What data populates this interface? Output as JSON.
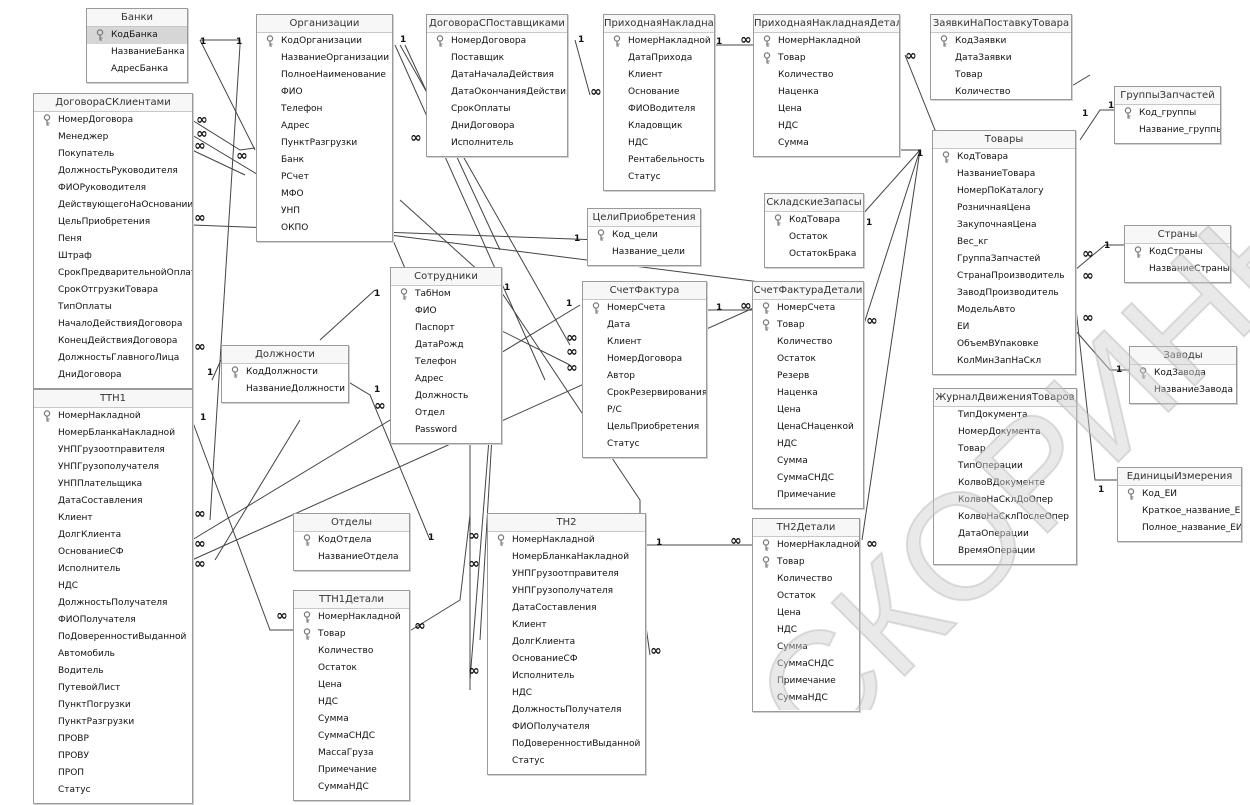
{
  "tables": [
    {
      "id": "banki",
      "title": "Банки",
      "fields": [
        {
          "name": "КодБанка",
          "key": true,
          "selected": true
        },
        {
          "name": "НазваниеБанка"
        },
        {
          "name": "АдресБанка"
        }
      ]
    },
    {
      "id": "organizacii",
      "title": "Организации",
      "fields": [
        {
          "name": "КодОрганизации",
          "key": true
        },
        {
          "name": "НазваниеОрганизации"
        },
        {
          "name": "ПолноеНаименование"
        },
        {
          "name": "ФИО"
        },
        {
          "name": "Телефон"
        },
        {
          "name": "Адрес"
        },
        {
          "name": "ПунктРазгрузки"
        },
        {
          "name": "Банк"
        },
        {
          "name": "РСчет"
        },
        {
          "name": "МФО"
        },
        {
          "name": "УНП"
        },
        {
          "name": "ОКПО"
        }
      ]
    },
    {
      "id": "dogovora_post",
      "title": "ДоговораСПоставщиками",
      "fields": [
        {
          "name": "НомерДоговора",
          "key": true
        },
        {
          "name": "Поставщик"
        },
        {
          "name": "ДатаНачалаДействия"
        },
        {
          "name": "ДатаОкончанияДействия"
        },
        {
          "name": "СрокОплаты"
        },
        {
          "name": "ДниДоговора"
        },
        {
          "name": "Исполнитель"
        }
      ]
    },
    {
      "id": "prih_nakl",
      "title": "ПриходнаяНакладная",
      "fields": [
        {
          "name": "НомерНакладной",
          "key": true
        },
        {
          "name": "ДатаПрихода"
        },
        {
          "name": "Клиент"
        },
        {
          "name": "Основание"
        },
        {
          "name": "ФИОВодителя"
        },
        {
          "name": "Кладовщик"
        },
        {
          "name": "НДС"
        },
        {
          "name": "Рентабельность"
        },
        {
          "name": "Статус"
        }
      ]
    },
    {
      "id": "prih_nakl_det",
      "title": "ПриходнаяНакладнаяДетали",
      "fields": [
        {
          "name": "НомерНакладной",
          "key": true
        },
        {
          "name": "Товар",
          "key": true
        },
        {
          "name": "Количество"
        },
        {
          "name": "Наценка"
        },
        {
          "name": "Цена"
        },
        {
          "name": "НДС"
        },
        {
          "name": "Сумма"
        }
      ]
    },
    {
      "id": "zayavki",
      "title": "ЗаявкиНаПоставкуТовара",
      "fields": [
        {
          "name": "КодЗаявки",
          "key": true
        },
        {
          "name": "ДатаЗаявки"
        },
        {
          "name": "Товар"
        },
        {
          "name": "Количество"
        }
      ]
    },
    {
      "id": "gruppy",
      "title": "ГруппыЗапчастей",
      "fields": [
        {
          "name": "Код_группы",
          "key": true
        },
        {
          "name": "Название_группы"
        }
      ]
    },
    {
      "id": "dogovora_kl",
      "title": "ДоговораСКлиентами",
      "fields": [
        {
          "name": "НомерДоговора",
          "key": true
        },
        {
          "name": "Менеджер"
        },
        {
          "name": "Покупатель"
        },
        {
          "name": "ДолжностьРуководителя"
        },
        {
          "name": "ФИОРуководителя"
        },
        {
          "name": "ДействующегоНаОсновании"
        },
        {
          "name": "ЦельПриобретения"
        },
        {
          "name": "Пеня"
        },
        {
          "name": "Штраф"
        },
        {
          "name": "СрокПредварительнойОплаты"
        },
        {
          "name": "СрокОтгрузкиТовара"
        },
        {
          "name": "ТипОплаты"
        },
        {
          "name": "НачалоДействияДоговора"
        },
        {
          "name": "КонецДействияДоговора"
        },
        {
          "name": "ДолжностьГлавногоЛица"
        },
        {
          "name": "ДниДоговора"
        }
      ]
    },
    {
      "id": "tovary",
      "title": "Товары",
      "fields": [
        {
          "name": "КодТовара",
          "key": true
        },
        {
          "name": "НазваниеТовара"
        },
        {
          "name": "НомерПоКаталогу"
        },
        {
          "name": "РозничнаяЦена"
        },
        {
          "name": "ЗакупочнаяЦена"
        },
        {
          "name": "Вес_кг"
        },
        {
          "name": "ГруппаЗапчастей"
        },
        {
          "name": "СтранаПроизводитель"
        },
        {
          "name": "ЗаводПроизводитель"
        },
        {
          "name": "МодельАвто"
        },
        {
          "name": "ЕИ"
        },
        {
          "name": "ОбъемВУпаковке"
        },
        {
          "name": "КолМинЗапНаСкл"
        }
      ]
    },
    {
      "id": "sklad",
      "title": "СкладскиеЗапасы",
      "fields": [
        {
          "name": "КодТовара",
          "key": true
        },
        {
          "name": "Остаток"
        },
        {
          "name": "ОстатокБрака"
        }
      ]
    },
    {
      "id": "celi",
      "title": "ЦелиПриобретения",
      "fields": [
        {
          "name": "Код_цели",
          "key": true
        },
        {
          "name": "Название_цели"
        }
      ]
    },
    {
      "id": "strany",
      "title": "Страны",
      "fields": [
        {
          "name": "КодСтраны",
          "key": true
        },
        {
          "name": "НазваниеСтраны"
        }
      ]
    },
    {
      "id": "sotrudniki",
      "title": "Сотрудники",
      "fields": [
        {
          "name": "ТабНом",
          "key": true
        },
        {
          "name": "ФИО"
        },
        {
          "name": "Паспорт"
        },
        {
          "name": "ДатаРожд"
        },
        {
          "name": "Телефон"
        },
        {
          "name": "Адрес"
        },
        {
          "name": "Должность"
        },
        {
          "name": "Отдел"
        },
        {
          "name": "Password"
        }
      ]
    },
    {
      "id": "schet",
      "title": "СчетФактура",
      "fields": [
        {
          "name": "НомерСчета",
          "key": true
        },
        {
          "name": "Дата"
        },
        {
          "name": "Клиент"
        },
        {
          "name": "НомерДоговора"
        },
        {
          "name": "Автор"
        },
        {
          "name": "СрокРезервирования"
        },
        {
          "name": "Р/С"
        },
        {
          "name": "ЦельПриобретения"
        },
        {
          "name": "Статус"
        }
      ]
    },
    {
      "id": "schet_det",
      "title": "СчетФактураДетали",
      "fields": [
        {
          "name": "НомерСчета",
          "key": true
        },
        {
          "name": "Товар",
          "key": true
        },
        {
          "name": "Количество"
        },
        {
          "name": "Остаток"
        },
        {
          "name": "Резерв"
        },
        {
          "name": "Наценка"
        },
        {
          "name": "Цена"
        },
        {
          "name": "ЦенаСНаценкой"
        },
        {
          "name": "НДС"
        },
        {
          "name": "Сумма"
        },
        {
          "name": "СуммаСНДС"
        },
        {
          "name": "Примечание"
        }
      ]
    },
    {
      "id": "dolzhnosti",
      "title": "Должности",
      "fields": [
        {
          "name": "КодДолжности",
          "key": true
        },
        {
          "name": "НазваниеДолжности"
        }
      ]
    },
    {
      "id": "zavody",
      "title": "Заводы",
      "fields": [
        {
          "name": "КодЗавода",
          "key": true
        },
        {
          "name": "НазваниеЗавода"
        }
      ]
    },
    {
      "id": "tth1",
      "title": "ТТН1",
      "fields": [
        {
          "name": "НомерНакладной",
          "key": true
        },
        {
          "name": "НомерБланкаНакладной"
        },
        {
          "name": "УНПГрузоотправителя"
        },
        {
          "name": "УНПГрузополучателя"
        },
        {
          "name": "УНППлательщика"
        },
        {
          "name": "ДатаСоставления"
        },
        {
          "name": "Клиент"
        },
        {
          "name": "ДолгКлиента"
        },
        {
          "name": "ОснованиеСФ"
        },
        {
          "name": "Исполнитель"
        },
        {
          "name": "НДС"
        },
        {
          "name": "ДолжностьПолучателя"
        },
        {
          "name": "ФИОПолучателя"
        },
        {
          "name": "ПоДоверенностиВыданной"
        },
        {
          "name": "Автомобиль"
        },
        {
          "name": "Водитель"
        },
        {
          "name": "ПутевойЛист"
        },
        {
          "name": "ПунктПогрузки"
        },
        {
          "name": "ПунктРазгрузки"
        },
        {
          "name": "ПРОВР"
        },
        {
          "name": "ПРОВУ"
        },
        {
          "name": "ПРОП"
        },
        {
          "name": "Статус"
        }
      ]
    },
    {
      "id": "zhurnal",
      "title": "ЖурналДвиженияТоваров",
      "fields": [
        {
          "name": "ТипДокумента"
        },
        {
          "name": "НомерДокумента"
        },
        {
          "name": "Товар"
        },
        {
          "name": "ТипОперации"
        },
        {
          "name": "КолвоВДокументе"
        },
        {
          "name": "КолвоНаСклДоОпер"
        },
        {
          "name": "КолвоНаСклПослеОпер"
        },
        {
          "name": "ДатаОперации"
        },
        {
          "name": "ВремяОперации"
        }
      ]
    },
    {
      "id": "edinicy",
      "title": "ЕдиницыИзмерения",
      "fields": [
        {
          "name": "Код_ЕИ",
          "key": true
        },
        {
          "name": "Краткое_название_ЕИ"
        },
        {
          "name": "Полное_название_ЕИ"
        }
      ]
    },
    {
      "id": "otdely",
      "title": "Отделы",
      "fields": [
        {
          "name": "КодОтдела",
          "key": true
        },
        {
          "name": "НазваниеОтдела"
        }
      ]
    },
    {
      "id": "tn2",
      "title": "ТН2",
      "fields": [
        {
          "name": "НомерНакладной",
          "key": true
        },
        {
          "name": "НомерБланкаНакладной"
        },
        {
          "name": "УНПГрузоотправителя"
        },
        {
          "name": "УНПГрузополучателя"
        },
        {
          "name": "ДатаСоставления"
        },
        {
          "name": "Клиент"
        },
        {
          "name": "ДолгКлиента"
        },
        {
          "name": "ОснованиеСФ"
        },
        {
          "name": "Исполнитель"
        },
        {
          "name": "НДС"
        },
        {
          "name": "ДолжностьПолучателя"
        },
        {
          "name": "ФИОПолучателя"
        },
        {
          "name": "ПоДоверенностиВыданной"
        },
        {
          "name": "Статус"
        }
      ]
    },
    {
      "id": "tn2_det",
      "title": "ТН2Детали",
      "fields": [
        {
          "name": "НомерНакладной",
          "key": true
        },
        {
          "name": "Товар",
          "key": true
        },
        {
          "name": "Количество"
        },
        {
          "name": "Остаток"
        },
        {
          "name": "Цена"
        },
        {
          "name": "НДС"
        },
        {
          "name": "Сумма"
        },
        {
          "name": "СуммаСНДС"
        },
        {
          "name": "Примечание"
        },
        {
          "name": "СуммаНДС"
        }
      ]
    },
    {
      "id": "tth1_det",
      "title": "ТТН1Детали",
      "fields": [
        {
          "name": "НомерНакладной",
          "key": true
        },
        {
          "name": "Товар",
          "key": true
        },
        {
          "name": "Количество"
        },
        {
          "name": "Остаток"
        },
        {
          "name": "Цена"
        },
        {
          "name": "НДС"
        },
        {
          "name": "Сумма"
        },
        {
          "name": "СуммаСНДС"
        },
        {
          "name": "МассаГруза"
        },
        {
          "name": "Примечание"
        },
        {
          "name": "СуммаНДС"
        }
      ]
    }
  ],
  "cardinality": {
    "one": "1",
    "many": "∞"
  },
  "watermark": {
    "text": "СКОРИНЫ Ф.",
    "color": "#c8c8c8"
  }
}
